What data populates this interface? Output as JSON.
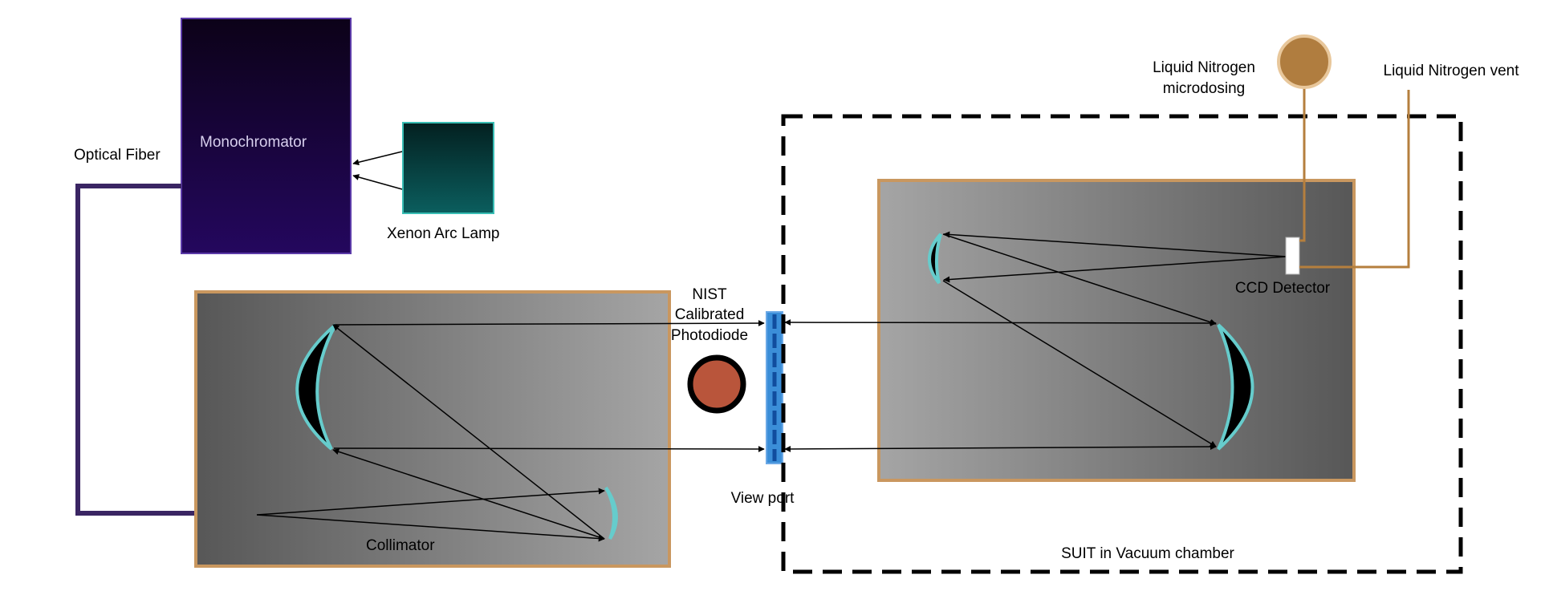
{
  "labels": {
    "monochromator": "Monochromator",
    "optical_fiber": "Optical Fiber",
    "xenon_lamp": "Xenon Arc Lamp",
    "photodiode_line1": "NIST",
    "photodiode_line2": "Calibrated",
    "photodiode_line3": "Photodiode",
    "view_port": "View port",
    "collimator": "Collimator",
    "suit_chamber": "SUIT in Vacuum chamber",
    "ln2_micro_line1": "Liquid Nitrogen",
    "ln2_micro_line2": "microdosing",
    "ln2_vent": "Liquid Nitrogen vent",
    "ccd": "CCD Detector"
  },
  "colors": {
    "monochromator_top": "#0c0218",
    "monochromator_bottom": "#24075e",
    "lamp_top": "#032020",
    "lamp_bottom": "#0b5e5e",
    "bench_border": "#c9975f",
    "mirror_rim": "#66cccc",
    "fiber": "#3a2563",
    "ln2_line": "#b57f3e",
    "ln2_tank": "#b07d3f",
    "photodiode_fill": "#b9553b",
    "viewport": "#3b8ed8"
  }
}
